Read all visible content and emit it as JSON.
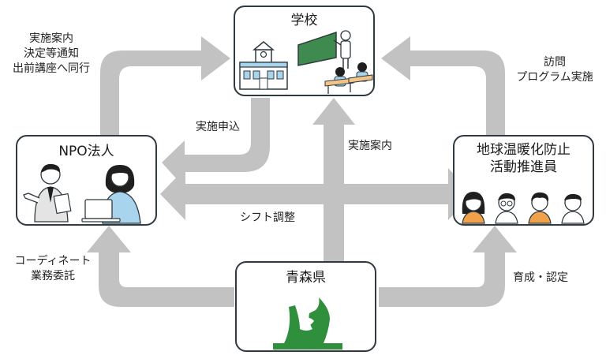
{
  "nodes": {
    "school": {
      "title": "学校"
    },
    "npo": {
      "title": "NPO法人"
    },
    "promoters": {
      "title": "地球温暖化防止\n活動推進員"
    },
    "prefecture": {
      "title": "青森県"
    }
  },
  "edges": {
    "npo_to_school": "実施案内\n決定等通知\n出前講座へ同行",
    "school_to_npo": "実施申込",
    "pref_to_school": "実施案内",
    "promoters_to_school": "訪問\nプログラム実施",
    "npo_promoters": "シフト調整",
    "pref_to_npo": "コーディネート\n業務委託",
    "pref_to_promoters": "育成・認定"
  },
  "colors": {
    "arrow": "#c2c2c2",
    "border": "#2e3a3f",
    "pref_emblem": "#2f8f3d",
    "npo_shirt": "#a8d4ee",
    "hair": "#1f1f1f",
    "accent_orange": "#f0a24a"
  }
}
